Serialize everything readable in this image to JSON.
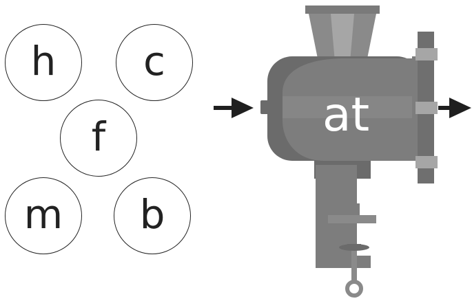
{
  "letters": [
    "h",
    "c",
    "f",
    "m",
    "b"
  ],
  "word_ending": "at",
  "colors": {
    "grinder_dark": "#6b6b6b",
    "grinder_mid": "#7d7d7d",
    "grinder_light": "#a6a6a6",
    "arrow": "#1f1f1f",
    "letter": "#222222"
  },
  "icons": {
    "input_arrow": "arrow-right-icon",
    "output_arrow": "arrow-right-icon",
    "machine": "meat-grinder-icon"
  }
}
